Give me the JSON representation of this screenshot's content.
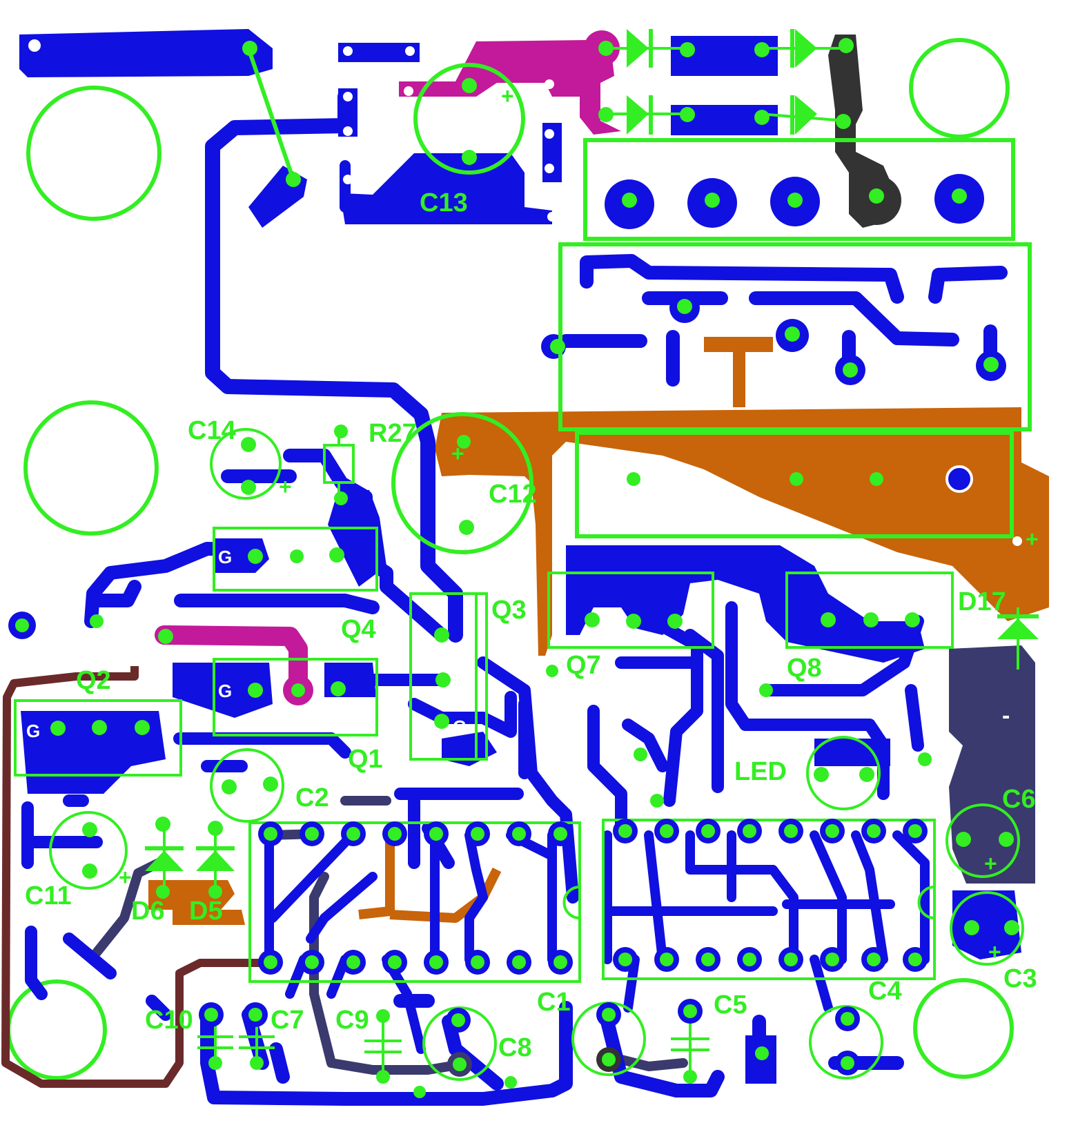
{
  "board": {
    "colors": {
      "background": "#ffffff",
      "copper_blue": "#1010e0",
      "silkscreen_green": "#33ee22",
      "copper_magenta": "#c21a9a",
      "copper_orange": "#c8640a",
      "copper_dark": "#333333",
      "copper_navy": "#3a3a6e",
      "copper_brown": "#6b2a2a"
    },
    "labels": {
      "c13": "C13",
      "c14": "C14",
      "r27": "R27",
      "c12": "C12",
      "q3": "Q3",
      "q4": "Q4",
      "q7": "Q7",
      "q8": "Q8",
      "d17": "D17",
      "q2": "Q2",
      "q1": "Q1",
      "c2": "C2",
      "led": "LED",
      "c6": "C6",
      "c11": "C11",
      "d6": "D6",
      "d5": "D5",
      "c3": "C3",
      "c4": "C4",
      "c5": "C5",
      "c1": "C1",
      "c10": "C10",
      "c7": "C7",
      "c9": "C9",
      "c8": "C8"
    },
    "gate_marks": {
      "q4": "G",
      "q4b": "G",
      "q2": "G",
      "q3": "G"
    },
    "polarity": {
      "plus": "+",
      "minus": "-"
    }
  }
}
